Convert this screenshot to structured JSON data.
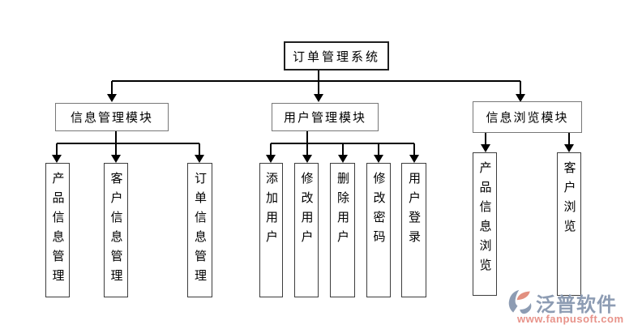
{
  "diagram": {
    "root": {
      "label": "订单管理系统"
    },
    "modules": [
      {
        "label": "信息管理模块",
        "children": [
          {
            "label": "产品信息管理"
          },
          {
            "label": "客户信息管理"
          },
          {
            "label": "订单信息管理"
          }
        ]
      },
      {
        "label": "用户管理模块",
        "children": [
          {
            "label": "添加用户"
          },
          {
            "label": "修改用户"
          },
          {
            "label": "删除用户"
          },
          {
            "label": "修改密码"
          },
          {
            "label": "用户登录"
          }
        ]
      },
      {
        "label": "信息浏览模块",
        "children": [
          {
            "label": "产品信息浏览"
          },
          {
            "label": "客户浏览"
          }
        ]
      }
    ],
    "colors": {
      "connector": "#000000",
      "root_border": "#1f1f1f",
      "module_border": "#777777",
      "leaf_border": "#3d3d3d"
    }
  },
  "branding": {
    "logo_text": "泛普软件",
    "website": "www.fanpusoft.com",
    "colors": {
      "logo_text": "#8d9cb3",
      "website_text": "#e8938a",
      "logo_accent": "#e29080"
    }
  }
}
